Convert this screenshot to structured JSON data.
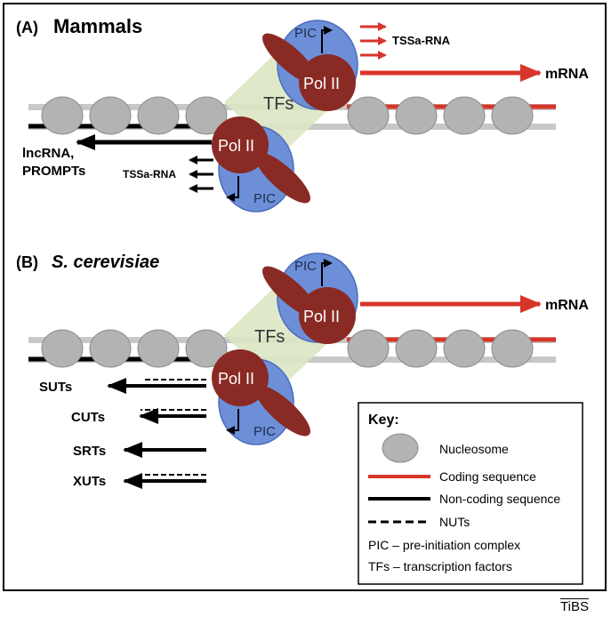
{
  "panel_a": {
    "label": "(A)",
    "title": "Mammals",
    "tss_top": "TSSa-RNA",
    "tss_bottom": "TSSa-RNA",
    "mrna": "mRNA",
    "lncrna_line1": "lncRNA,",
    "lncrna_line2": "PROMPTs",
    "pol_top": "Pol II",
    "pol_bottom": "Pol II",
    "pic_top": "PIC",
    "pic_bottom": "PIC",
    "tfs": "TFs"
  },
  "panel_b": {
    "label": "(B)",
    "title": "S. cerevisiae",
    "mrna": "mRNA",
    "pol_top": "Pol II",
    "pol_bottom": "Pol II",
    "pic_top": "PIC",
    "pic_bottom": "PIC",
    "tfs": "TFs",
    "transcripts": [
      "SUTs",
      "CUTs",
      "SRTs",
      "XUTs"
    ]
  },
  "key": {
    "title": "Key:",
    "nucleosome": "Nucleosome",
    "coding": "Coding sequence",
    "noncoding": "Non-coding sequence",
    "nuts": "NUTs",
    "pic_def": "PIC – pre-initiation complex",
    "tfs_def": "TFs – transcription factors"
  },
  "colors": {
    "nucleosome_fill": "#b3b3b3",
    "coding_red": "#d8352a",
    "pol_ii": "#8a2a24",
    "pic_blue": "#6d8fd8",
    "tfs_green": "#dde6c4",
    "dna_grey": "#c8c8c8"
  },
  "publisher": "TiBS"
}
